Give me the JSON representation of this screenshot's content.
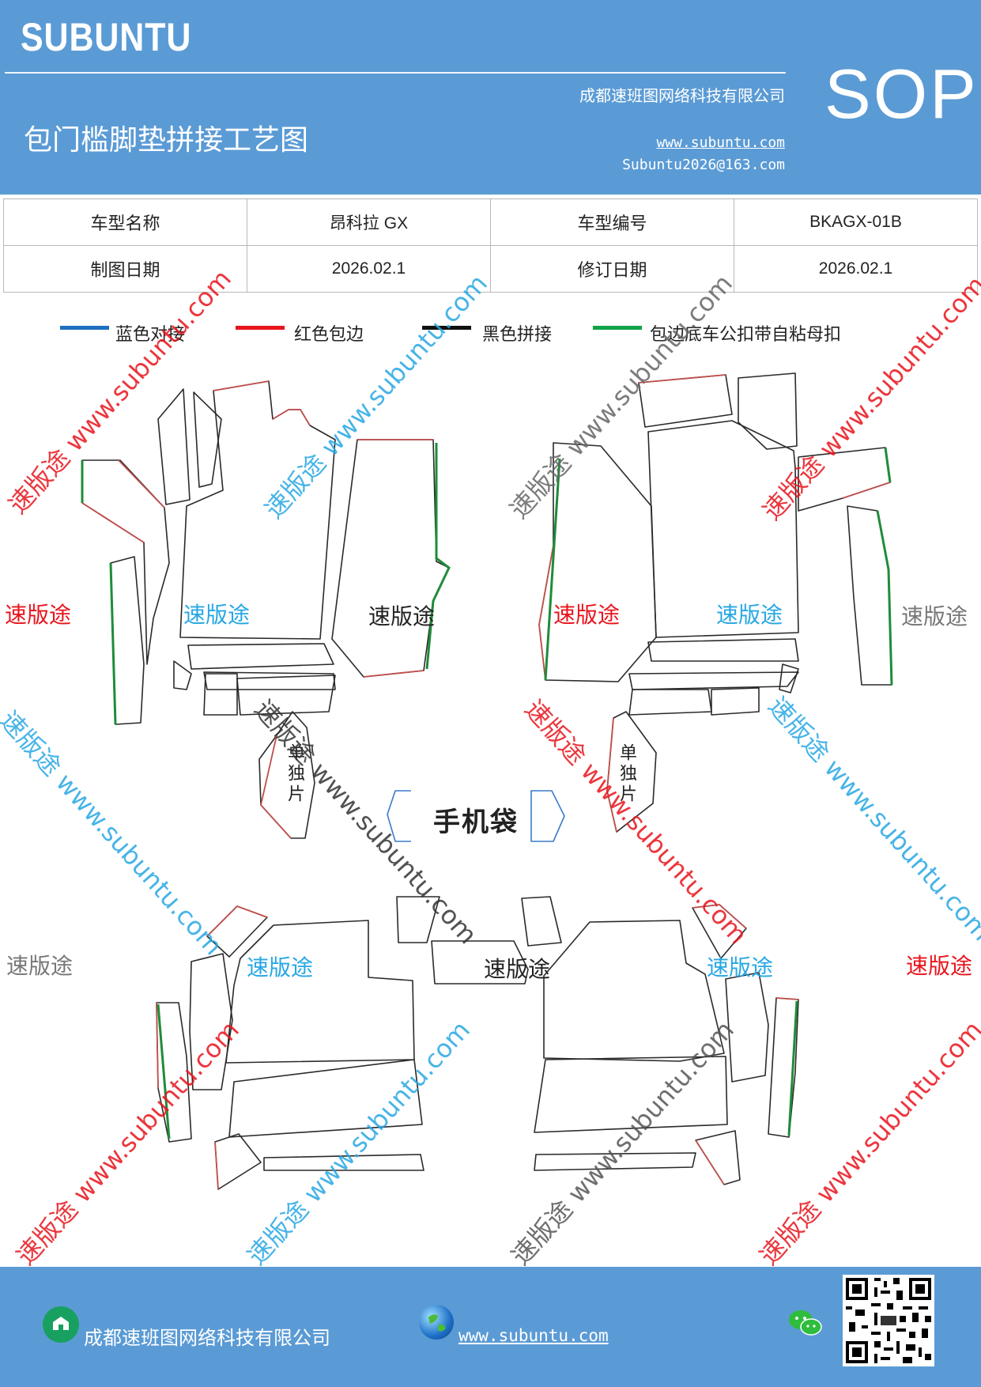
{
  "header": {
    "brand": "SUBUNTU",
    "doc_title": "包门槛脚垫拼接工艺图",
    "company": "成都速班图网络科技有限公司",
    "website": "www.subuntu.com",
    "email": "Subuntu2026@163.com",
    "sop": "SOP"
  },
  "info_table": {
    "model_name_label": "车型名称",
    "model_name_value": "昂科拉 GX",
    "model_code_label": "车型编号",
    "model_code_value": "BKAGX-01B",
    "draw_date_label": "制图日期",
    "draw_date_value": "2026.02.1",
    "revise_date_label": "修订日期",
    "revise_date_value": "2026.02.1"
  },
  "legend": [
    {
      "label": "蓝色对接",
      "color": "#1f6fc0"
    },
    {
      "label": "红色包边",
      "color": "#e8141c"
    },
    {
      "label": "黑色拼接",
      "color": "#111111"
    },
    {
      "label": "包边底车公扣带自粘母扣",
      "color": "#10a34a"
    }
  ],
  "drawing": {
    "brand_mark": "速版途",
    "watermark": "速版途 www.subuntu.com",
    "single_piece": "单独片",
    "phone_pocket": "手机袋"
  },
  "colors": {
    "header_bg": "#5b9bd5",
    "outline": "#2a2a2a",
    "red_edge": "#c0504d",
    "green_edge": "#1e8c3a",
    "blue_edge": "#3a7bc8",
    "wm_red": "#e8141c",
    "wm_blue": "#27a7e3",
    "wm_gray": "#777777"
  },
  "footer": {
    "company": "成都速班图网络科技有限公司",
    "website": "www.subuntu.com",
    "icons": [
      "building-icon",
      "globe-icon",
      "wechat-icon",
      "qr-code"
    ]
  }
}
